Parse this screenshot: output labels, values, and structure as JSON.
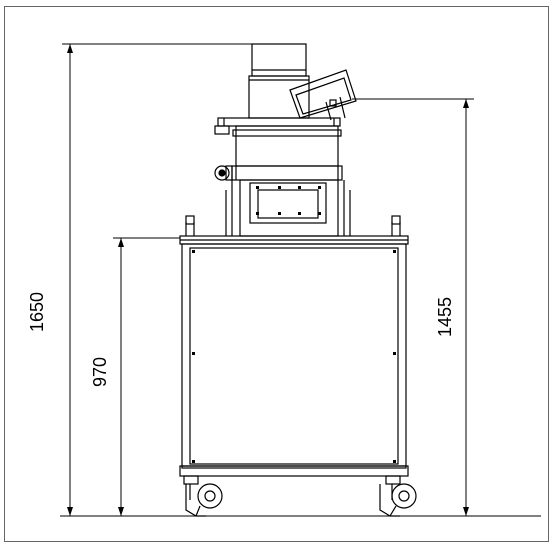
{
  "drawing": {
    "dimensions": {
      "overall_height": "1650",
      "table_height": "970",
      "inlet_height": "1455"
    },
    "colors": {
      "line": "#000000",
      "frame_border": "#666666",
      "background": "#ffffff"
    }
  }
}
